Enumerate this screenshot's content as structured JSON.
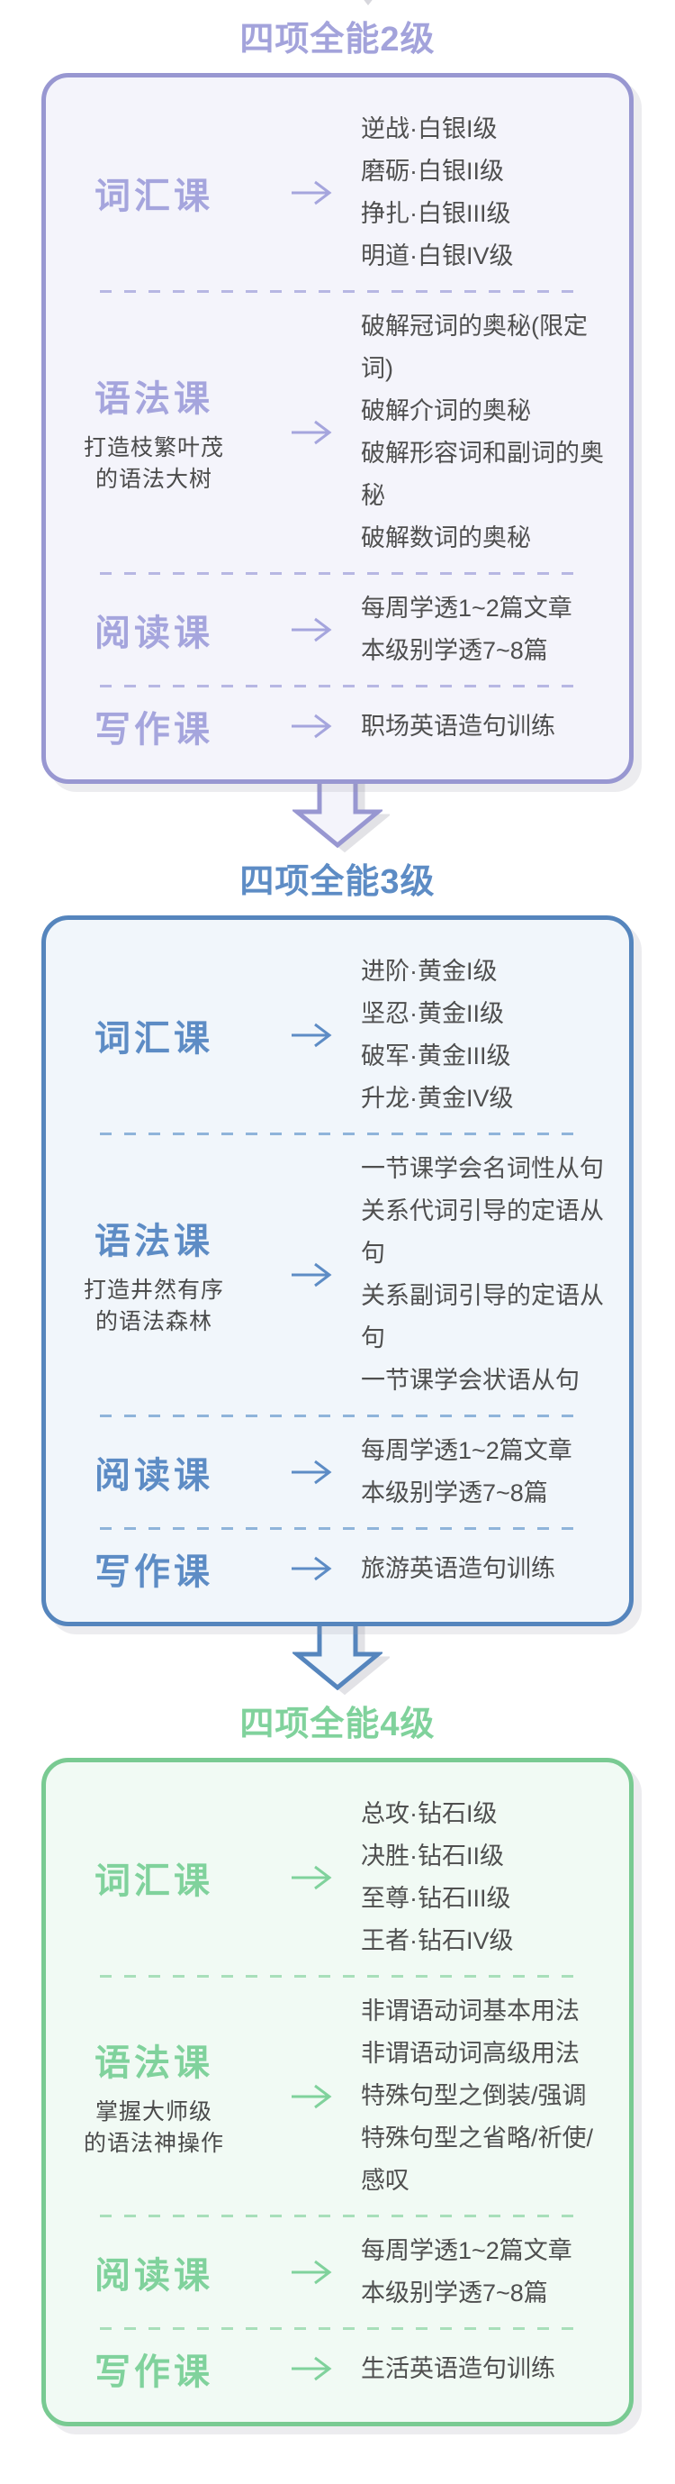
{
  "page": {
    "background": "#ffffff"
  },
  "icons": {
    "row_arrow": "right-arrow-icon",
    "section_arrow": "down-arrow-icon"
  },
  "sections": [
    {
      "title": "四项全能2级",
      "theme": {
        "accent": "#a3a3db",
        "border": "#9897d1",
        "box_bg": "#f4f4fb",
        "dash": "#b7b7e3",
        "item_text": "#4f4f4f"
      },
      "rows": [
        {
          "label": "词汇课",
          "items": [
            "逆战·白银I级",
            "磨砺·白银II级",
            "挣扎·白银III级",
            "明道·白银IV级"
          ]
        },
        {
          "label": "语法课",
          "subtitle_lines": [
            "打造枝繁叶茂",
            "的语法大树"
          ],
          "items": [
            "破解冠词的奥秘(限定词)",
            "破解介词的奥秘",
            "破解形容词和副词的奥秘",
            "破解数词的奥秘"
          ]
        },
        {
          "label": "阅读课",
          "items": [
            "每周学透1~2篇文章",
            "本级别学透7~8篇"
          ]
        },
        {
          "label": "写作课",
          "items": [
            "职场英语造句训练"
          ]
        }
      ]
    },
    {
      "title": "四项全能3级",
      "theme": {
        "accent": "#5d8cc5",
        "border": "#5585bd",
        "box_bg": "#f1f6fb",
        "dash": "#8fb4da",
        "item_text": "#4f4f4f"
      },
      "rows": [
        {
          "label": "词汇课",
          "items": [
            "进阶·黄金I级",
            "坚忍·黄金II级",
            "破军·黄金III级",
            "升龙·黄金IV级"
          ]
        },
        {
          "label": "语法课",
          "subtitle_lines": [
            "打造井然有序",
            "的语法森林"
          ],
          "items": [
            "一节课学会名词性从句",
            "关系代词引导的定语从句",
            "关系副词引导的定语从句",
            "一节课学会状语从句"
          ]
        },
        {
          "label": "阅读课",
          "items": [
            "每周学透1~2篇文章",
            "本级别学透7~8篇"
          ]
        },
        {
          "label": "写作课",
          "items": [
            "旅游英语造句训练"
          ]
        }
      ]
    },
    {
      "title": "四项全能4级",
      "theme": {
        "accent": "#80d29c",
        "border": "#79ca92",
        "box_bg": "#f1faf4",
        "dash": "#a8dfba",
        "item_text": "#4f4f4f"
      },
      "rows": [
        {
          "label": "词汇课",
          "items": [
            "总攻·钻石I级",
            "决胜·钻石II级",
            "至尊·钻石III级",
            "王者·钻石IV级"
          ]
        },
        {
          "label": "语法课",
          "subtitle_lines": [
            "掌握大师级",
            "的语法神操作"
          ],
          "items": [
            "非谓语动词基本用法",
            "非谓语动词高级用法",
            "特殊句型之倒装/强调",
            "特殊句型之省略/祈使/感叹"
          ]
        },
        {
          "label": "阅读课",
          "items": [
            "每周学透1~2篇文章",
            "本级别学透7~8篇"
          ]
        },
        {
          "label": "写作课",
          "items": [
            "生活英语造句训练"
          ]
        }
      ]
    }
  ]
}
